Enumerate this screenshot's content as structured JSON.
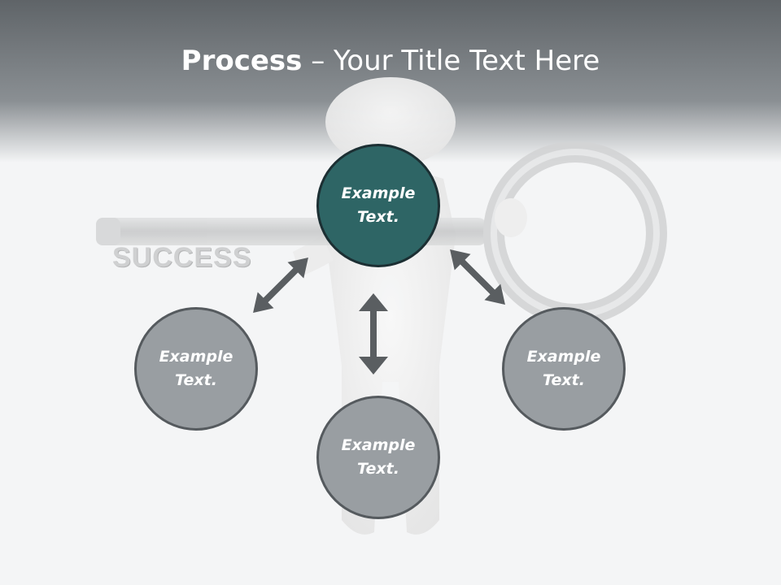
{
  "title": {
    "bold": "Process",
    "separator": " – ",
    "rest": "Your Title Text Here"
  },
  "illustration": {
    "tag_text": "SUCCESS"
  },
  "nodes": {
    "center": {
      "line1": "Example",
      "line2": "Text."
    },
    "left": {
      "line1": "Example",
      "line2": "Text."
    },
    "bottom": {
      "line1": "Example",
      "line2": "Text."
    },
    "right": {
      "line1": "Example",
      "line2": "Text."
    }
  },
  "colors": {
    "header": "#6a6f73",
    "center_fill": "#2e6565",
    "outer_fill": "#999ea2",
    "arrow": "#5a5e61"
  }
}
